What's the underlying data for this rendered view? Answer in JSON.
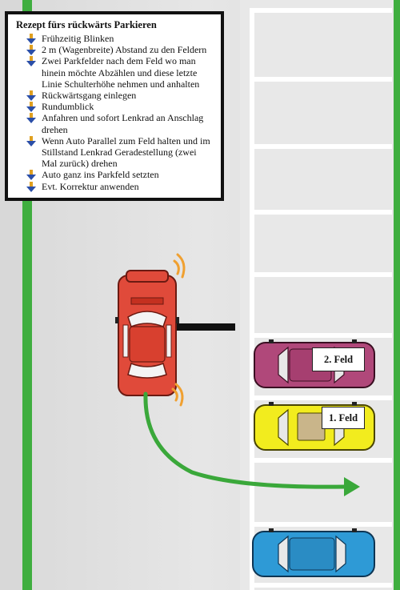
{
  "recipe": {
    "title": "Rezept fürs rückwärts Parkieren",
    "items": [
      "Frühzeitig Blinken",
      "2 m (Wagenbreite) Abstand zu den Feldern",
      "Zwei Parkfelder nach dem Feld wo man hinein möchte Abzählen und diese letzte Linie Schulterhöhe nehmen und anhalten",
      "Rückwärtsgang einlegen",
      "Rundumblick",
      "Anfahren und sofort Lenkrad an Anschlag drehen",
      "Wenn Auto Parallel zum Feld halten und im Stillstand Lenkrad Geradestellung (zwei Mal zurück) drehen",
      "Auto ganz ins Parkfeld setzten",
      "Evt. Korrektur anwenden"
    ],
    "item_lines": [
      [
        "Frühzeitig Blinken"
      ],
      [
        "2 m (Wagenbreite) Abstand zu den Feldern"
      ],
      [
        "Zwei Parkfelder nach dem Feld wo man",
        "hinein möchte Abzählen und diese letzte",
        "Linie Schulterhöhe nehmen und anhalten"
      ],
      [
        "Rückwärtsgang einlegen"
      ],
      [
        "Rundumblick"
      ],
      [
        "Anfahren und sofort Lenkrad an Anschlag",
        "drehen"
      ],
      [
        "Wenn Auto Parallel zum Feld halten und im",
        "Stillstand Lenkrad Geradestellung (zwei",
        "Mal zurück) drehen"
      ],
      [
        "Auto ganz ins Parkfeld setzten"
      ],
      [
        "Evt. Korrektur anwenden"
      ]
    ]
  },
  "labels": {
    "field2": "2. Feld",
    "field1": "1. Feld"
  },
  "colors": {
    "road": "#e3e3e3",
    "grass": "#3fae3f",
    "parking_lines": "#ffffff",
    "red_car": "#e04a3a",
    "purple_car": "#b0487a",
    "yellow_car": "#f2ec1e",
    "blue_car": "#2e9ad6",
    "path_arrow": "#3aa83a",
    "stop_line": "#111111",
    "signal": "#f0a030"
  }
}
